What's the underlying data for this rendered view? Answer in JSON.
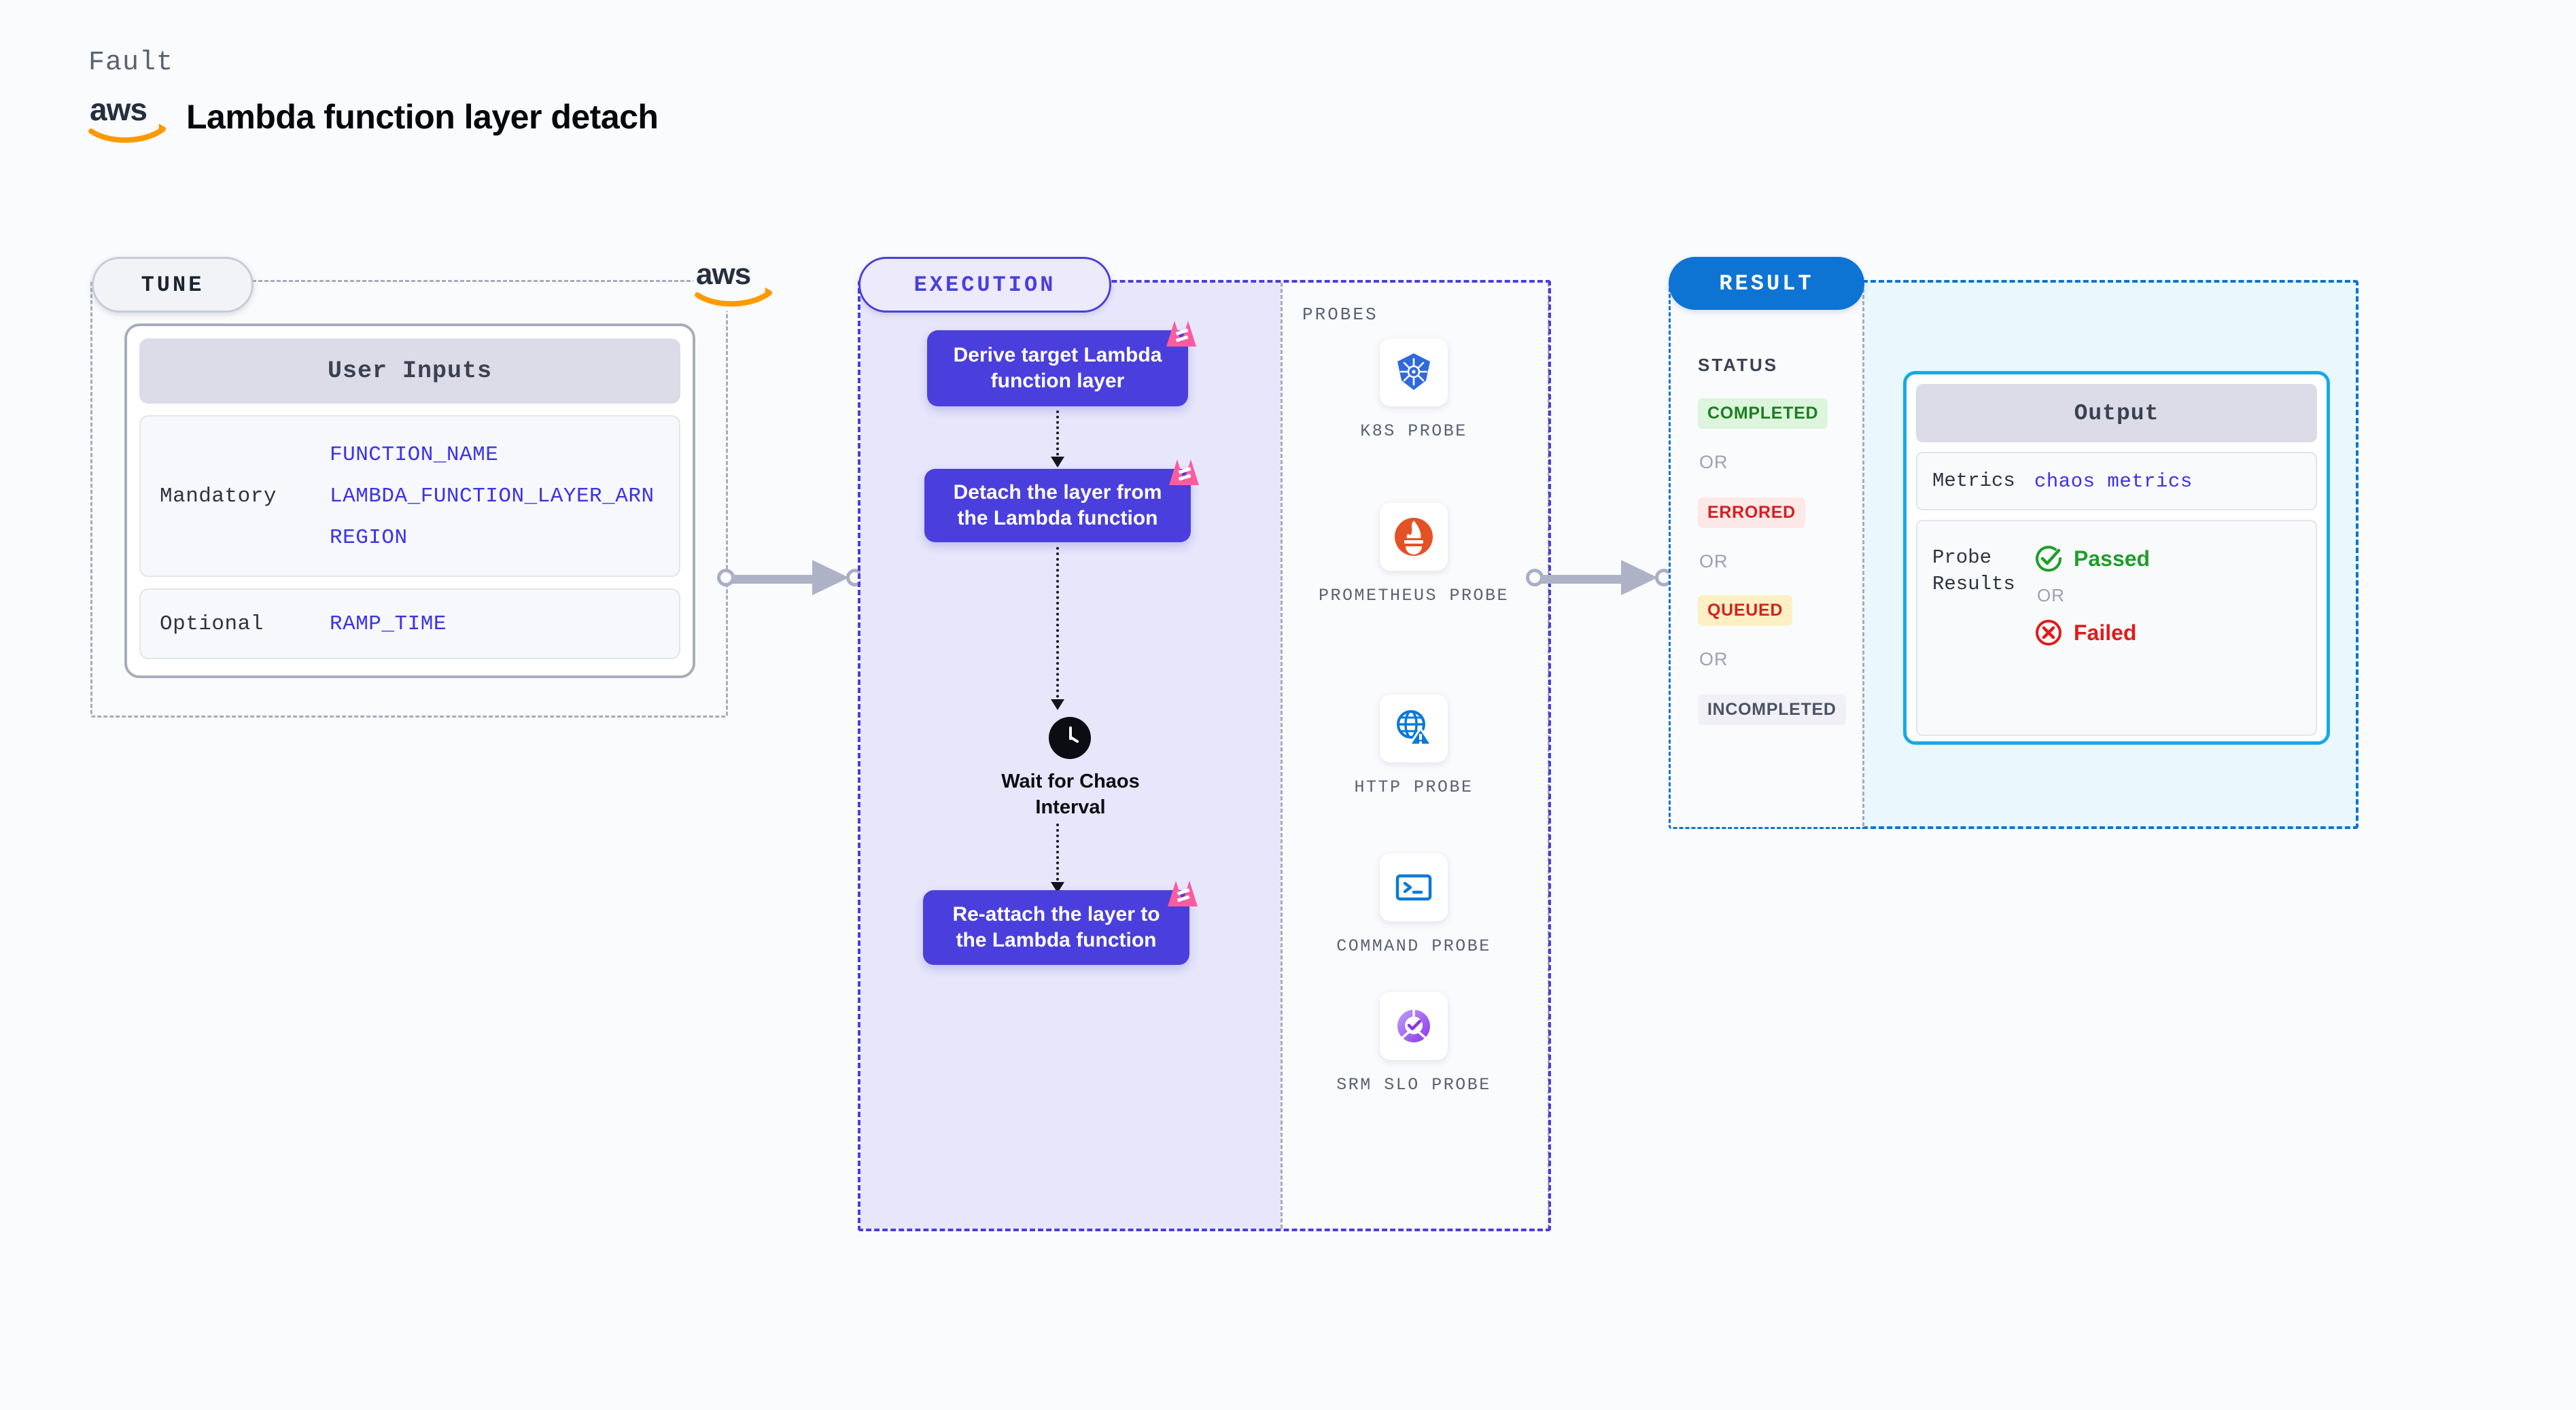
{
  "header": {
    "kicker": "Fault",
    "title": "Lambda function layer detach",
    "logo": "aws-logo"
  },
  "tune": {
    "pill": "TUNE",
    "card_title": "User Inputs",
    "groups": [
      {
        "label": "Mandatory",
        "values": [
          "FUNCTION_NAME",
          "LAMBDA_FUNCTION_LAYER_ARN",
          "REGION"
        ]
      },
      {
        "label": "Optional",
        "values": [
          "RAMP_TIME"
        ]
      }
    ]
  },
  "execution": {
    "pill": "EXECUTION",
    "steps": [
      {
        "text": "Derive target Lambda function layer",
        "badge": "harness-chaos-badge"
      },
      {
        "text": "Detach the layer from the Lambda function",
        "badge": "harness-chaos-badge"
      },
      {
        "text": "Re-attach the layer to the Lambda function",
        "badge": "harness-chaos-badge"
      }
    ],
    "wait": {
      "icon": "clock-icon",
      "label": "Wait for Chaos Interval"
    }
  },
  "probes": {
    "title": "PROBES",
    "items": [
      {
        "name": "K8S PROBE",
        "icon": "kubernetes-icon"
      },
      {
        "name": "PROMETHEUS PROBE",
        "icon": "prometheus-icon"
      },
      {
        "name": "HTTP PROBE",
        "icon": "http-globe-warning-icon"
      },
      {
        "name": "COMMAND PROBE",
        "icon": "terminal-icon"
      },
      {
        "name": "SRM SLO PROBE",
        "icon": "srm-slo-icon"
      }
    ]
  },
  "result": {
    "pill": "RESULT",
    "status_label": "STATUS",
    "or_text": "OR",
    "statuses": [
      {
        "text": "COMPLETED",
        "color": "#1e7d22",
        "bg": "#dcf5dc"
      },
      {
        "text": "ERRORED",
        "color": "#d22121",
        "bg": "#fde8e8"
      },
      {
        "text": "QUEUED",
        "color": "#d22121",
        "bg": "#fcf0c4"
      },
      {
        "text": "INCOMPLETED",
        "color": "#4c5263",
        "bg": "#f0f0f6"
      }
    ],
    "output": {
      "title": "Output",
      "rows": [
        {
          "key": "Metrics",
          "value": "chaos metrics"
        },
        {
          "key": "Probe Results",
          "passed": "Passed",
          "or": "OR",
          "failed": "Failed"
        }
      ]
    }
  },
  "colors": {
    "step_box": "#4a3fdc",
    "exec_bg": "#e7e6fb",
    "exec_border": "#4a3fdc",
    "result_border": "#0d74d4",
    "result_bg": "#eaf8fd",
    "output_border": "#17a9e8",
    "code_text": "#3b33e8",
    "badge_pink": "#fb5ca0",
    "passed_green": "#1e9e2a",
    "failed_red": "#e01b1b",
    "aws_orange": "#ff9900",
    "aws_navy": "#252f3e"
  }
}
